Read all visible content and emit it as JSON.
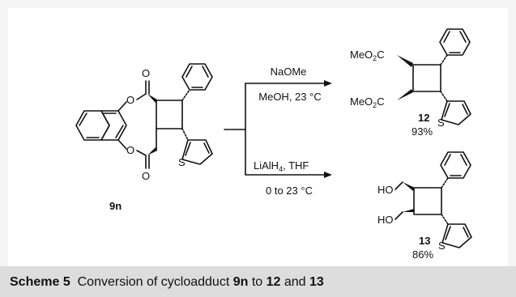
{
  "caption": {
    "label": "Scheme 5",
    "text_a": "Conversion of cycloadduct ",
    "bold_a": "9n",
    "text_b": " to ",
    "bold_b": "12",
    "text_c": " and ",
    "bold_c": "13"
  },
  "reactions": {
    "top": {
      "reagent": "NaOMe",
      "conditions": "MeOH, 23 °C"
    },
    "bottom": {
      "reagent_main": "LiAlH",
      "reagent_sub": "4",
      "reagent_tail": ", THF",
      "conditions": "0 to 23 °C"
    }
  },
  "compounds": {
    "start": {
      "label": "9n"
    },
    "product_12": {
      "label": "12",
      "yield": "93%",
      "ester_prefix": "MeO",
      "ester_sub": "2",
      "ester_suffix": "C"
    },
    "product_13": {
      "label": "13",
      "yield": "86%",
      "hydroxyl": "HO"
    }
  },
  "atoms": {
    "oxygen": "O",
    "sulfur": "S"
  }
}
